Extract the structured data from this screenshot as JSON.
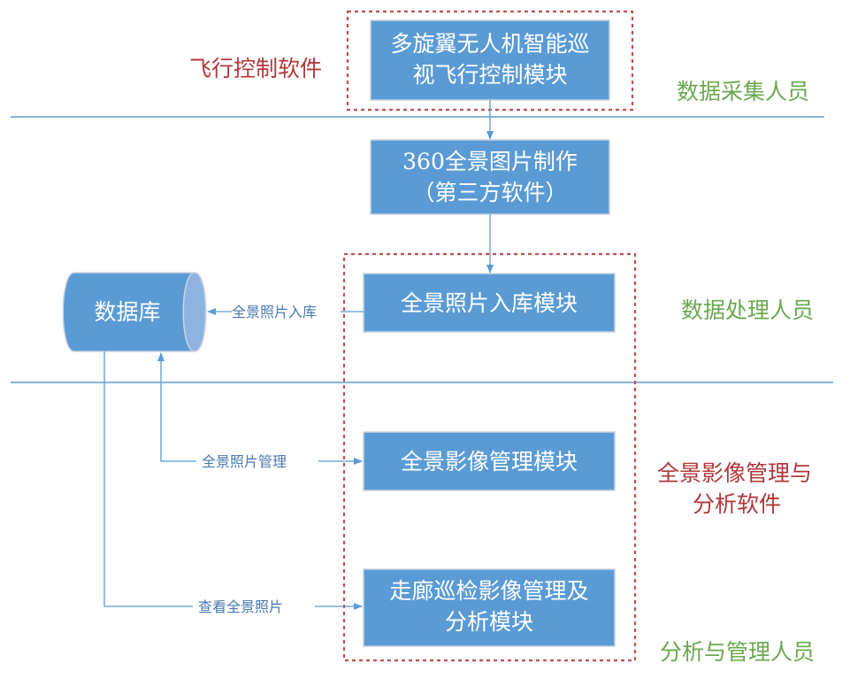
{
  "nodes": {
    "flight_module": {
      "lines": [
        "多旋翼无人机智能巡",
        "视飞行控制模块"
      ]
    },
    "panorama_making": {
      "lines": [
        "360全景图片制作",
        "（第三方软件）"
      ]
    },
    "photo_import": {
      "lines": [
        "全景照片入库模块"
      ]
    },
    "image_management": {
      "lines": [
        "全景影像管理模块"
      ]
    },
    "corridor_analysis": {
      "lines": [
        "走廊巡检影像管理及",
        "分析模块"
      ]
    },
    "database": {
      "label": "数据库"
    }
  },
  "groups": {
    "flight_software": {
      "label": "飞行控制软件"
    },
    "analysis_software": {
      "lines": [
        "全景影像管理与",
        "分析软件"
      ]
    }
  },
  "roles": {
    "data_collection": "数据采集人员",
    "data_processing": "数据处理人员",
    "analysis_management": "分析与管理人员"
  },
  "edges": {
    "import_to_db": "全景照片入库",
    "photo_management": "全景照片管理",
    "view_photos": "查看全景照片"
  },
  "colors": {
    "box_fill": "#5b9bd5",
    "group_border": "#c0504d",
    "role_text": "#6aa84f",
    "separator": "#5b9bd5"
  }
}
